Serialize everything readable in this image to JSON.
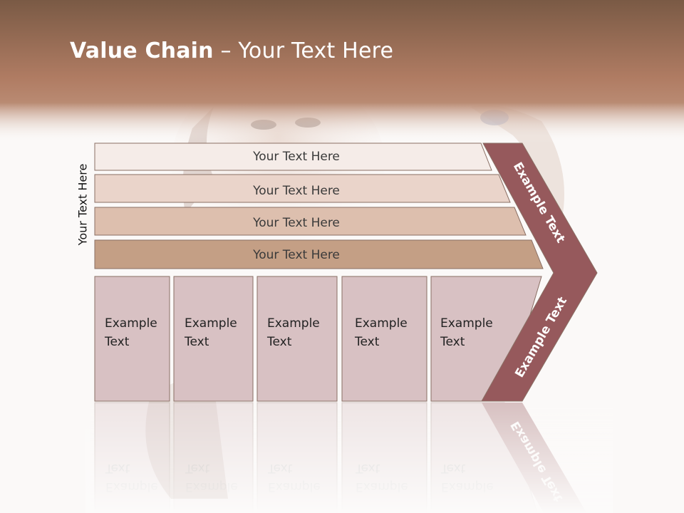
{
  "title": {
    "bold": "Value Chain",
    "rest": " – Your Text Here"
  },
  "side_label": "Your Text Here",
  "bars": [
    {
      "label": "Your Text Here"
    },
    {
      "label": "Your Text Here"
    },
    {
      "label": "Your Text Here"
    },
    {
      "label": "Your Text Here"
    }
  ],
  "columns": [
    {
      "line1": "Example",
      "line2": "Text"
    },
    {
      "line1": "Example",
      "line2": "Text"
    },
    {
      "line1": "Example",
      "line2": "Text"
    },
    {
      "line1": "Example",
      "line2": "Text"
    },
    {
      "line1": "Example",
      "line2": "Text"
    }
  ],
  "chevron": {
    "upper": "Example Text",
    "lower": "Example Text"
  },
  "colors": {
    "header_top": "#7d5c47",
    "header_mid": "#b7836a",
    "bar1": "#f5ece8",
    "bar2": "#ead4ca",
    "bar3": "#ddbfae",
    "bar4": "#c49f85",
    "column": "#d8c1c3",
    "chevron": "#96595c",
    "border": "#8a6f64"
  }
}
